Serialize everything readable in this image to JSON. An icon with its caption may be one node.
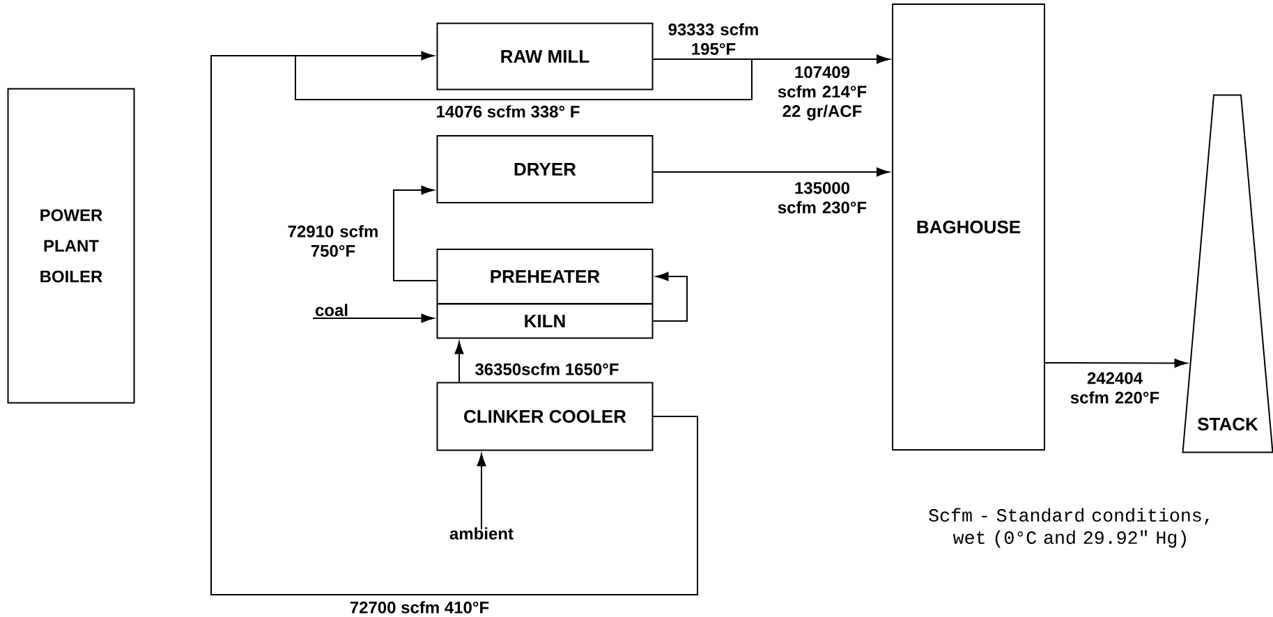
{
  "diagram": {
    "nodes": [
      {
        "text": [
          "POWER PLANT BOILER"
        ]
      },
      {
        "text": [
          "RAW MILL"
        ]
      },
      {
        "text": [
          "DRYER"
        ]
      },
      {
        "text": [
          "PREHEATER"
        ]
      },
      {
        "text": [
          "KILN"
        ]
      },
      {
        "text": [
          "coal"
        ]
      },
      {
        "text": [
          "CLINKER COOLER"
        ]
      },
      {
        "text": [
          "ambient"
        ]
      },
      {
        "text": [
          "BAGHOUSE"
        ]
      },
      {
        "text": [
          "STACK"
        ]
      }
    ],
    "edges": [
      {
        "from": 6,
        "to": 1,
        "arrow": "to",
        "label": "72700 scfm 410°F"
      },
      {
        "from": 6,
        "to": 8,
        "arrow": "to",
        "label": "14076 scfm 338° F"
      },
      {
        "from": 1,
        "to": 8,
        "arrow": "to",
        "label": "93333 scfm 195°F"
      },
      {
        "from": 2,
        "to": 8,
        "arrow": "to",
        "label": "135000 scfm 230°F"
      },
      {
        "from": 3,
        "to": 2,
        "arrow": "to",
        "label": "72910 scfm 750°F"
      },
      {
        "from": 5,
        "to": 4,
        "arrow": "to"
      },
      {
        "from": 4,
        "to": 3,
        "arrow": "to"
      },
      {
        "from": 6,
        "to": 4,
        "arrow": "to",
        "label": "36350scfm 1650°F"
      },
      {
        "from": 7,
        "to": 6,
        "arrow": "to"
      },
      {
        "from": 8,
        "to": 9,
        "arrow": "to",
        "label": "242404 scfm 220°F"
      }
    ],
    "labels": [
      "107409 scfm 214°F 22 gr/ACF",
      "Scfm - Standard conditions, wet (0°C and 29.92\" Hg)"
    ]
  }
}
